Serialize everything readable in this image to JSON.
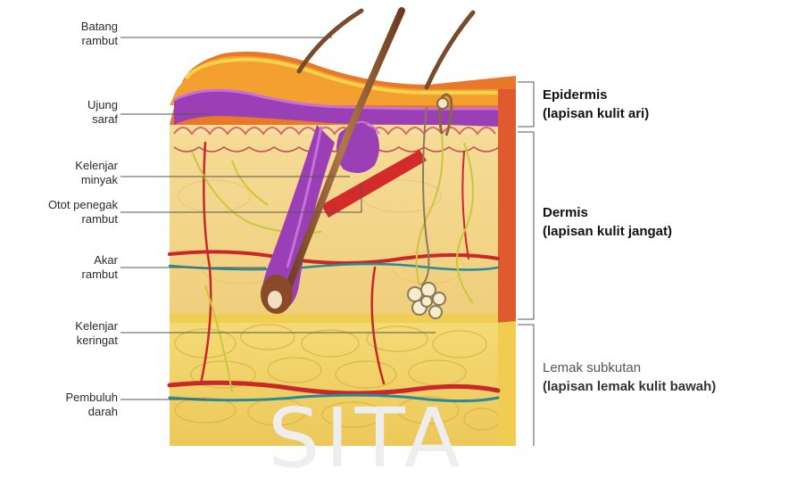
{
  "watermark": "SITA",
  "left_labels": [
    {
      "line1": "Batang",
      "line2": "rambut"
    },
    {
      "line1": "Ujung",
      "line2": "saraf"
    },
    {
      "line1": "Kelenjar",
      "line2": "minyak"
    },
    {
      "line1": "Otot penegak",
      "line2": "rambut"
    },
    {
      "line1": "Akar",
      "line2": "rambut"
    },
    {
      "line1": "Kelenjar",
      "line2": "keringat"
    },
    {
      "line1": "Pembuluh",
      "line2": "darah"
    }
  ],
  "right_labels": {
    "epidermis": {
      "title": "Epidermis",
      "subtitle": "(lapisan kulit ari)"
    },
    "dermis": {
      "title": "Dermis",
      "subtitle": "(lapisan kulit jangat)"
    },
    "subkutan": {
      "title": "Lemak subkutan",
      "subtitle": "(lapisan lemak kulit ",
      "subtitle_bold": "bawah)"
    }
  },
  "colors": {
    "epidermis_orange": "#e8782a",
    "epidermis_purple": "#9a3fb5",
    "dermis": "#f3d58a",
    "fat": "#f2d05a",
    "hair": "#8a4a2a",
    "blood_vessel": "#c8282a",
    "nerve": "#c8c84a"
  }
}
